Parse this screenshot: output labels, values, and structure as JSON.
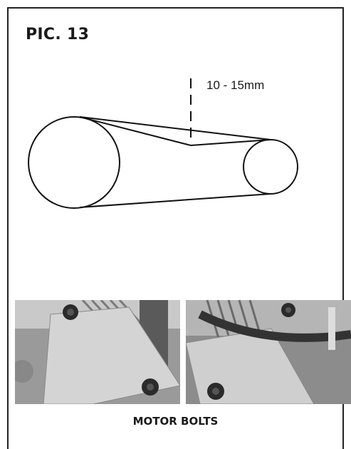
{
  "figure": {
    "title": "PIC. 13",
    "dimension_label": "10 - 15mm",
    "caption": "MOTOR BOLTS"
  },
  "photos": [
    {
      "name": "motor-mount-bolts-left"
    },
    {
      "name": "motor-mount-bolts-right"
    }
  ]
}
